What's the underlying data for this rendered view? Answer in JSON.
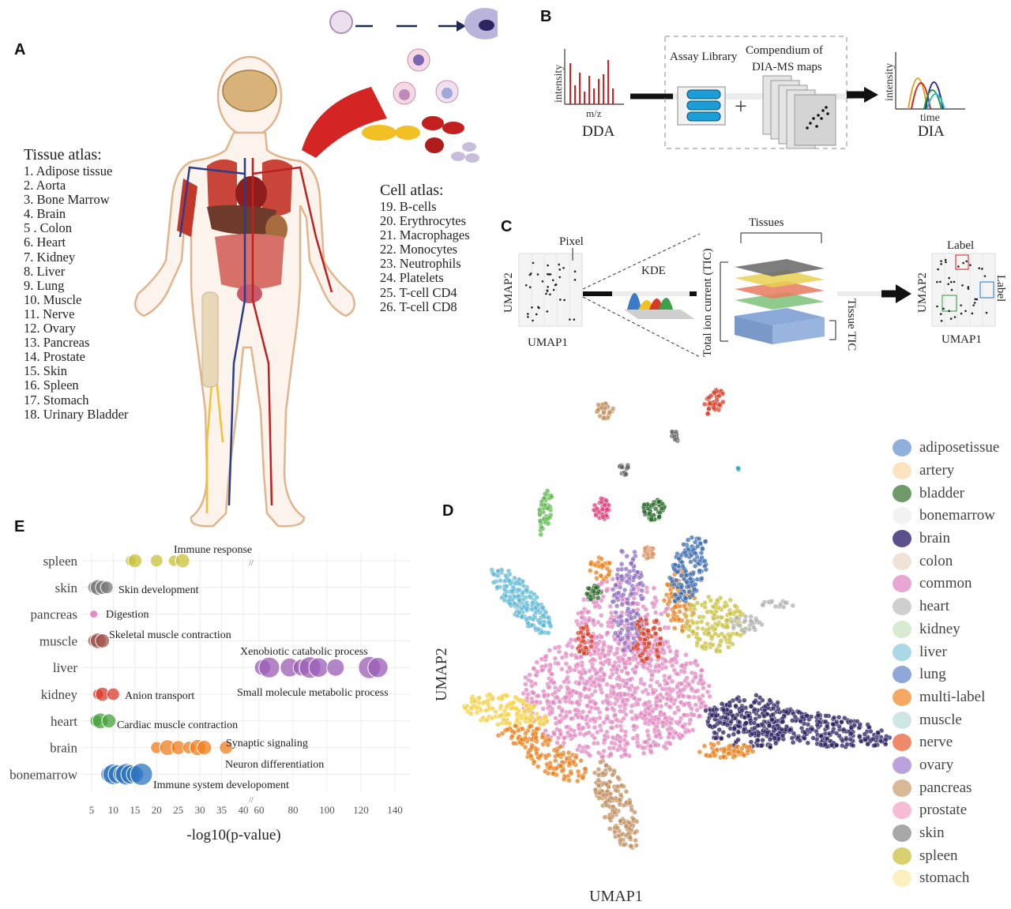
{
  "panels": {
    "a": "A",
    "b": "B",
    "c": "C",
    "d": "D",
    "e": "E"
  },
  "tissue_atlas": {
    "title": "Tissue atlas:",
    "items": [
      "1.   Adipose tissue",
      "2.   Aorta",
      "3.   Bone Marrow",
      "4.   Brain",
      "5  . Colon",
      "6.   Heart",
      "7.   Kidney",
      "8.   Liver",
      "9.   Lung",
      "10. Muscle",
      "11. Nerve",
      "12. Ovary",
      "13. Pancreas",
      "14. Prostate",
      "15. Skin",
      "16. Spleen",
      "17. Stomach",
      "18. Urinary Bladder"
    ]
  },
  "cell_atlas": {
    "title": "Cell atlas:",
    "items": [
      "19. B-cells",
      "20. Erythrocytes",
      "21. Macrophages",
      "22. Monocytes",
      "23. Neutrophils",
      "24. Platelets",
      "25. T-cell CD4",
      "26. T-cell CD8"
    ]
  },
  "panel_b": {
    "dda_ylabel": "intensity",
    "dda_xlabel": "m/z",
    "dda_title": "DDA",
    "assay_library": "Assay Library",
    "compendium_line1": "Compendium of",
    "compendium_line2": "DIA-MS maps",
    "plus": "+",
    "dia_ylabel": "intensity",
    "dia_xlabel": "time",
    "dia_title": "DIA"
  },
  "panel_c": {
    "pixel": "Pixel",
    "umap1": "UMAP1",
    "umap2": "UMAP2",
    "kde": "KDE",
    "tissues": "Tissues",
    "tic": "Total ion current (TIC)",
    "tissue_tic": "Tissue TIC",
    "label_top": "Label",
    "label_side": "Label",
    "umap1_right": "UMAP1",
    "umap2_right": "UMAP2"
  },
  "panel_d": {
    "xlabel": "UMAP1",
    "ylabel": "UMAP2",
    "legend": [
      {
        "label": "adiposetissue",
        "color": "#8fb0dc"
      },
      {
        "label": "artery",
        "color": "#fbe3c0"
      },
      {
        "label": "bladder",
        "color": "#6e9a68"
      },
      {
        "label": "bonemarrow",
        "color": "#f2f2f2"
      },
      {
        "label": "brain",
        "color": "#5b4f8e"
      },
      {
        "label": "colon",
        "color": "#f1e2d8"
      },
      {
        "label": "common",
        "color": "#e8a6d2"
      },
      {
        "label": "heart",
        "color": "#cfcfcf"
      },
      {
        "label": "kidney",
        "color": "#d8ebd0"
      },
      {
        "label": "liver",
        "color": "#a9d8e6"
      },
      {
        "label": "lung",
        "color": "#8ea6d8"
      },
      {
        "label": "multi-label",
        "color": "#f5a862"
      },
      {
        "label": "muscle",
        "color": "#cfe6e6"
      },
      {
        "label": "nerve",
        "color": "#ee8a6a"
      },
      {
        "label": "ovary",
        "color": "#bca2dc"
      },
      {
        "label": "pancreas",
        "color": "#d8b896"
      },
      {
        "label": "prostate",
        "color": "#f6bcd6"
      },
      {
        "label": "skin",
        "color": "#a8a8a8"
      },
      {
        "label": "spleen",
        "color": "#d8d070"
      },
      {
        "label": "stomach",
        "color": "#fdf0c0"
      }
    ]
  },
  "chart_data": {
    "type": "scatter",
    "xlabel": "-log10(p-value)",
    "x_ticks": [
      "5",
      "10",
      "15",
      "20",
      "25",
      "30",
      "35",
      "40",
      "60",
      "80",
      "100",
      "120",
      "140"
    ],
    "categories": [
      "spleen",
      "skin",
      "pancreas",
      "muscle",
      "liver",
      "kidney",
      "heart",
      "brain",
      "bonemarrow"
    ],
    "series": [
      {
        "category": "spleen",
        "color": "#c8c23a",
        "x": [
          14,
          15,
          20,
          24,
          26
        ],
        "annotation": "Immune response"
      },
      {
        "category": "skin",
        "color": "#7a7a7a",
        "x": [
          5.5,
          6.5,
          7.5,
          8.5
        ],
        "annotation": "Skin development"
      },
      {
        "category": "pancreas",
        "color": "#d86cb0",
        "x": [
          5.5
        ],
        "annotation": "Digestion"
      },
      {
        "category": "muscle",
        "color": "#a0524a",
        "x": [
          5.5,
          6.5,
          7.5
        ],
        "annotation": "Skeletal muscle contraction"
      },
      {
        "category": "liver",
        "color": "#9a5cb4",
        "x": [
          62,
          66,
          78,
          85,
          90,
          95,
          105,
          125,
          130
        ],
        "annotation": "Xenobiotic catabolic process",
        "annotation2": "Small molecule metabolic process"
      },
      {
        "category": "kidney",
        "color": "#d93a2a",
        "x": [
          6.5,
          7.5,
          10
        ],
        "annotation": "Anion transport"
      },
      {
        "category": "heart",
        "color": "#46a23a",
        "x": [
          6,
          7,
          9
        ],
        "annotation": "Cardiac muscle contraction"
      },
      {
        "category": "brain",
        "color": "#f07e1c",
        "x": [
          20,
          22.5,
          25,
          27.5,
          29.5,
          31,
          36
        ],
        "annotation": "Synaptic signaling",
        "annotation2": "Neuron differentiation"
      },
      {
        "category": "bonemarrow",
        "color": "#2f74c0",
        "x": [
          9,
          10,
          11,
          12,
          13,
          14,
          15,
          16.5
        ],
        "annotation": "Immune system developoment"
      }
    ]
  }
}
